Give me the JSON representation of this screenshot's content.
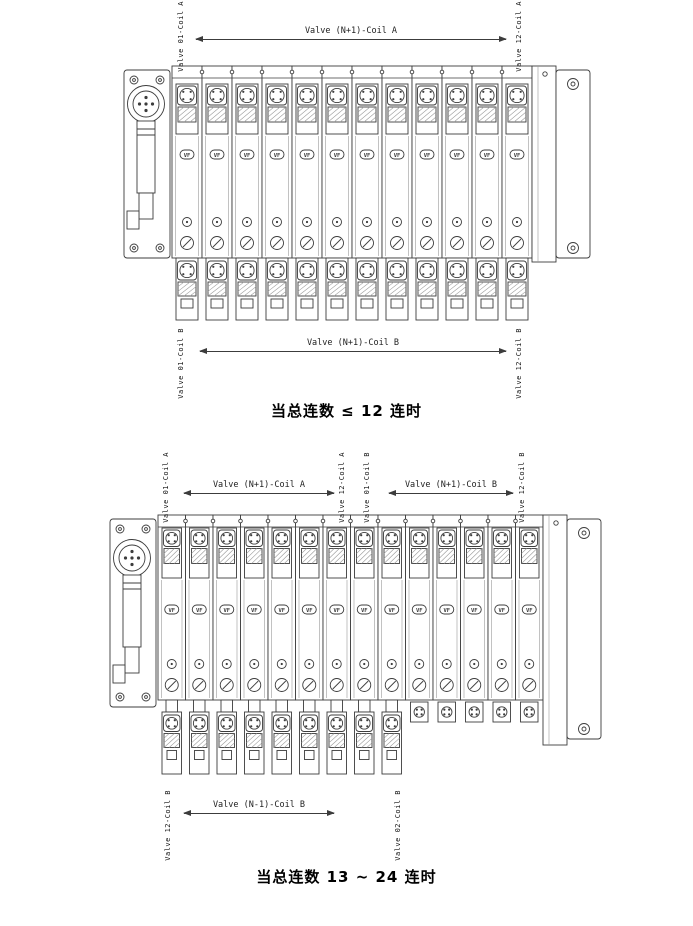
{
  "page": {
    "background": "#ffffff"
  },
  "drawing": {
    "stroke": "#3c3c3c",
    "light": "#9a9a9a",
    "station_logo": "VF"
  },
  "diagram1": {
    "caption": "当总连数 ≤ 12 连时",
    "stations": 12,
    "top": {
      "left_label": "Valve 01-Coil A",
      "arrow_label": "Valve (N+1)-Coil A",
      "right_label": "Valve 12-Coil A"
    },
    "bottom": {
      "left_label": "Valve 01-Coil B",
      "arrow_label": "Valve (N+1)-Coil B",
      "right_label": "Valve 12-Coil B"
    }
  },
  "diagram2": {
    "caption": "当总连数 13 ~ 24 连时",
    "stations": 14,
    "tall_bottom_stations": 9,
    "top": {
      "label1": "Valve 01-Coil A",
      "arrow1_label": "Valve (N+1)-Coil A",
      "label2": "Valve 12-Coil A",
      "label3": "Valve 01-Coil B",
      "arrow2_label": "Valve (N+1)-Coil B",
      "label4": "Valve 12-Coil B"
    },
    "bottom": {
      "left_label": "Valve 12-Coil B",
      "arrow_label": "Valve (N-1)-Coil B",
      "right_label": "Valve 02-Coil B"
    }
  }
}
